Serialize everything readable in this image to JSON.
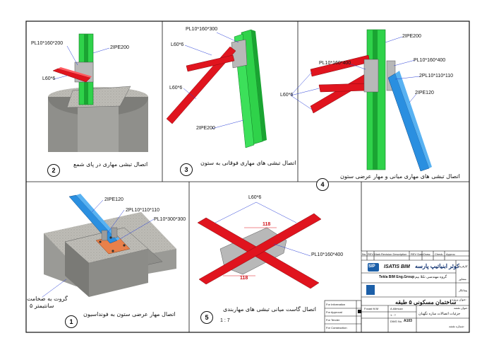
{
  "details": [
    {
      "number": "2",
      "caption": "اتصال تبشی مهاری در پای شمع",
      "labels": {
        "plate": "PL10*160*200",
        "column": "2IPE200",
        "angle": "L60*6"
      }
    },
    {
      "number": "3",
      "caption": "اتصال تبشی های مهاری فوقانی به ستون",
      "labels": {
        "plate": "PL10*160*300",
        "angle_a": "L60*6",
        "angle_b": "L60*6",
        "column": "2IPE200"
      }
    },
    {
      "number": "4",
      "caption": "اتصال تبشی های مهاری میانی و مهار عرضی ستون",
      "labels": {
        "column": "2IPE200",
        "plate_a": "PL10*160*400",
        "plate_b": "PL10*160*400",
        "angle": "L60*6",
        "plates_small": "2PL10*110*110",
        "brace": "2IPE120"
      }
    },
    {
      "number": "1",
      "caption": "اتصال مهار عرضی ستون به فونداسیون",
      "labels": {
        "brace": "2IPE120",
        "plates_small": "2PL10*110*110",
        "base_plate": "PL10*300*300",
        "grout_line1": "گروت به ضخامت",
        "grout_line2": "۵ سانتیمتر"
      }
    },
    {
      "number": "5",
      "caption": "اتصال گاست میانی تبشی های مهاربندی",
      "scale": "1 : 7",
      "labels": {
        "angle": "L60*6",
        "plate": "PL10*160*400",
        "dim_a": "118",
        "dim_b": "118"
      }
    }
  ],
  "title_block": {
    "revision_headers": [
      "No.",
      "REV Mark",
      "Revision Description",
      "REV Date",
      "Draw.",
      "Check.",
      "Approv."
    ],
    "company_fa": "کوثر ابنیاتیپ پارسه",
    "company_en": "ISATIS BIM",
    "logo_text": "SIP",
    "group_fa": "گروه مهندسی تکلا بیم",
    "group_en": "Tekla BIM Eng.Group",
    "side_labels": [
      "کارفرما",
      "مشاور",
      "پیمانکار"
    ],
    "project_label": "عنوان پروژه:",
    "project_title": "ساختمان مسکونی ۵ طبقه",
    "sheet_label": "عنوان نقشه:",
    "sheet_title": "جزئیات اتصالات سازه نگهبان",
    "status_rows": [
      "For Information",
      "For Approval",
      "For Tender",
      "For Construction"
    ],
    "drawn_by": "Fouad M.M",
    "checked_by": "A.Alimuzz",
    "scale_text": "1 : ?",
    "dwg_label": "DWG No.",
    "dwg_no": "A103",
    "sheet_no_label": "شماره نقشه:"
  },
  "colors": {
    "steel_green": "#2fd24a",
    "brace_red": "#e0141e",
    "brace_blue": "#2a8fe0",
    "gusset": "#b8b8b8",
    "concrete": "#9a9a96",
    "base_plate": "#e8804a"
  }
}
